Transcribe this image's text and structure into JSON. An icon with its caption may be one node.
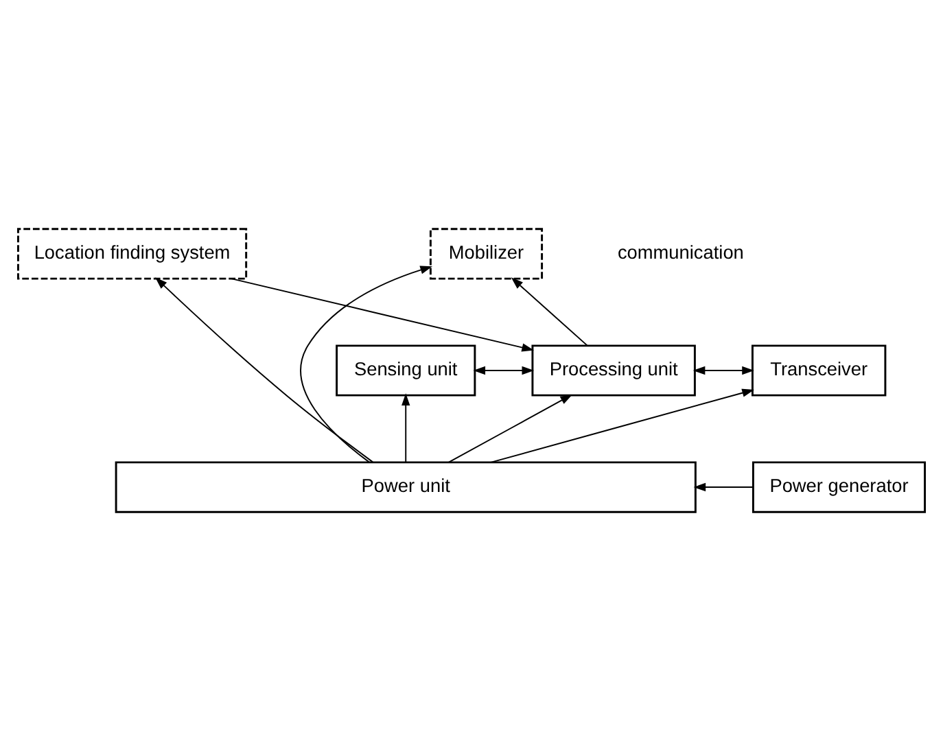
{
  "diagram": {
    "nodes": [
      {
        "text": [
          "Location finding system"
        ]
      },
      {
        "text": [
          "Mobilizer"
        ]
      },
      {
        "text": [
          "Sensing unit"
        ]
      },
      {
        "text": [
          "Processing unit"
        ]
      },
      {
        "text": [
          "Transceiver"
        ]
      },
      {
        "text": [
          "Power unit"
        ]
      },
      {
        "text": [
          "Power generator"
        ]
      }
    ],
    "edges": [
      {
        "from": 5,
        "to": 0,
        "arrow": "to"
      },
      {
        "from": 5,
        "to": 2,
        "arrow": "to"
      },
      {
        "from": 5,
        "to": 3,
        "arrow": "to"
      },
      {
        "from": 5,
        "to": 4,
        "arrow": "to"
      },
      {
        "from": 5,
        "to": 1,
        "arrow": "to"
      },
      {
        "from": 6,
        "to": 5,
        "arrow": "to"
      },
      {
        "from": 2,
        "to": 3,
        "arrow": "both"
      },
      {
        "from": 3,
        "to": 4,
        "arrow": "both"
      },
      {
        "from": 0,
        "to": 3,
        "arrow": "to"
      },
      {
        "from": 3,
        "to": 1,
        "arrow": "to"
      }
    ],
    "labels": [
      "communication"
    ]
  }
}
